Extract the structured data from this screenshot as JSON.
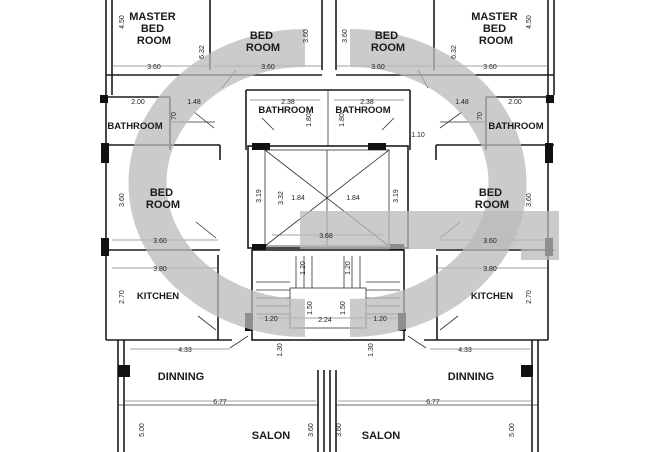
{
  "rooms": {
    "master_bed_left": [
      "MASTER",
      "BED",
      "ROOM"
    ],
    "bed_top_left": [
      "BED",
      "ROOM"
    ],
    "bed_top_right": [
      "BED",
      "ROOM"
    ],
    "master_bed_right": [
      "MASTER",
      "BED",
      "ROOM"
    ],
    "bathroom_left": "BATHROOM",
    "bathroom_center_left": "BATHROOM",
    "bathroom_center_right": "BATHROOM",
    "bathroom_right": "BATHROOM",
    "bed_mid_left": [
      "BED",
      "ROOM"
    ],
    "bed_mid_right": [
      "BED",
      "ROOM"
    ],
    "kitchen_left": "KITCHEN",
    "kitchen_right": "KITCHEN",
    "dinning_left": "DINNING",
    "dinning_right": "DINNING",
    "salon_left": "SALON",
    "salon_right": "SALON"
  },
  "dimensions": {
    "d450_left": "4.50",
    "d632_left": "6.32",
    "d360_a": "3.60",
    "d360_b": "3.60",
    "d360_c": "3.60",
    "d360_d": "3.60",
    "d632_right": "6.32",
    "d360_e": "3.60",
    "d450_right": "4.50",
    "d360_v1": "3.60",
    "d360_v2": "3.60",
    "d200_left": "2.00",
    "d148_left": "1.48",
    "d238_left": "2.38",
    "d238_right": "2.38",
    "d148_right": "1.48",
    "d200_right": "2.00",
    "d180_left": "1.80",
    "d180_right": "1.80",
    "d110": "1.10",
    "d70_left": "70",
    "d70_right": "70",
    "d319_left": "3.19",
    "d332": "3.32",
    "d184_left": "1.84",
    "d184_right": "1.84",
    "d319_right": "3.19",
    "d360_bed_left": "3.60",
    "d360_bed_v_left": "3.60",
    "d360_bed_right": "3.60",
    "d360_bed_v_right": "3.60",
    "d368": "3.68",
    "d360_kit_left": "3.80",
    "d360_kit_right": "3.80",
    "d270_left": "2.70",
    "d270_right": "2.70",
    "d120_a": "1.20",
    "d120_b": "1.20",
    "d150_a": "1.50",
    "d150_b": "1.50",
    "d120_c": "1.20",
    "d224": "2.24",
    "d120_d": "1.20",
    "d130_left": "1.30",
    "d130_right": "1.30",
    "d433_left": "4.33",
    "d433_right": "4.33",
    "d677_left": "6.77",
    "d677_right": "6.77",
    "d500_left": "5.00",
    "d360_salon_left": "3.60",
    "d360_salon_right": "3.60",
    "d500_right": "5.00"
  },
  "watermark_colors": {
    "stroke": "#b9b9b9"
  }
}
